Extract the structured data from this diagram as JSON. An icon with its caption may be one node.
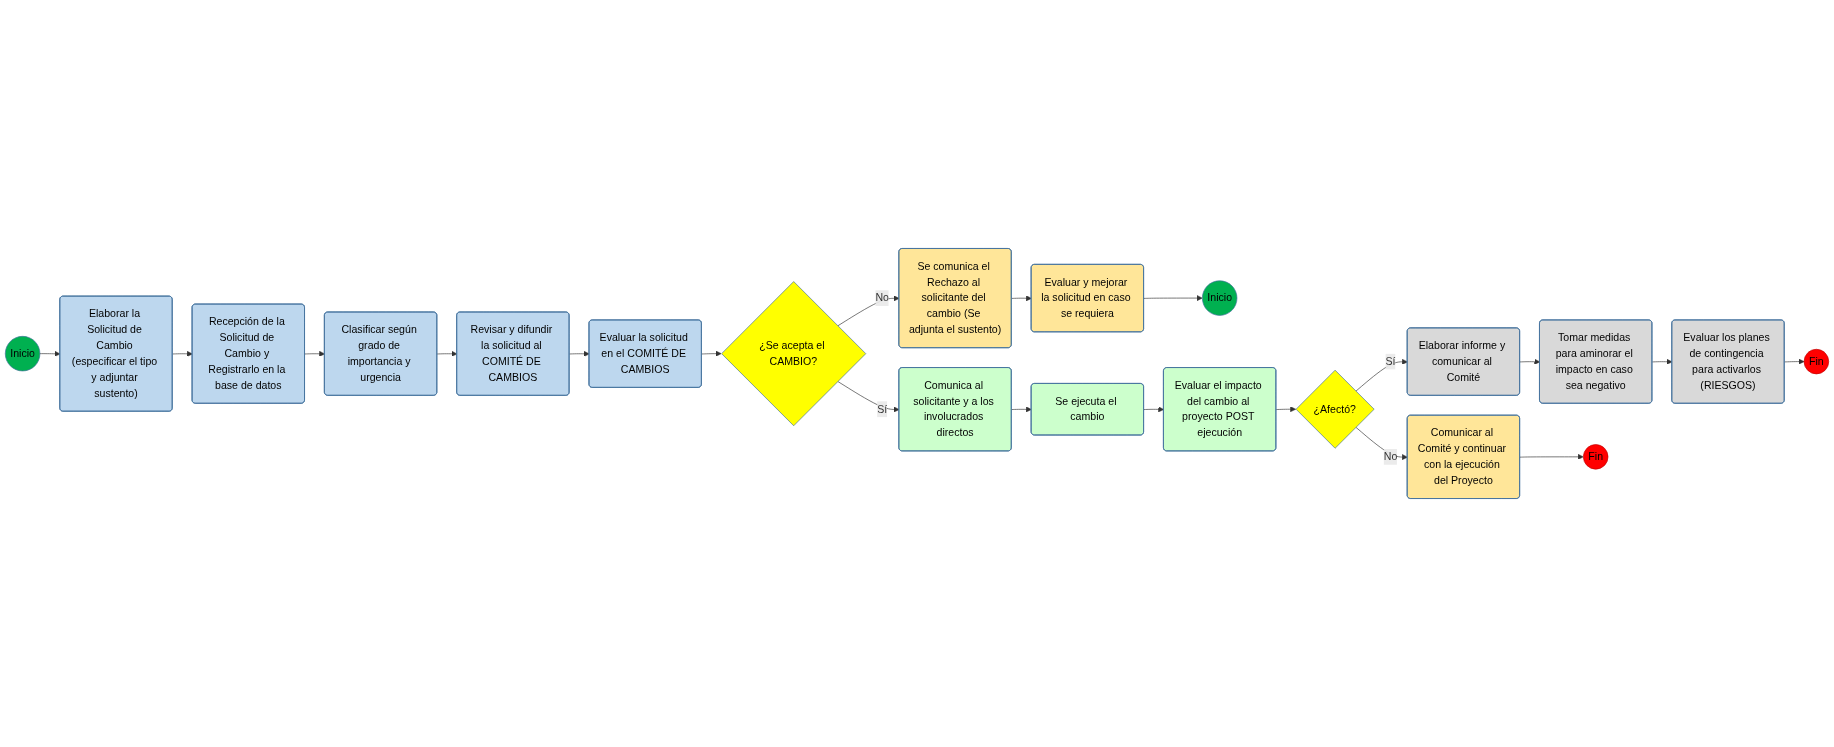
{
  "diagram": {
    "nodes": [
      {
        "text": [
          "Inicio"
        ]
      },
      {
        "text": [
          "Elaborar la Solicitud de Cambio (especificar el tipo y adjuntar sustento)"
        ]
      },
      {
        "text": [
          "Recepción de la Solicitud de Cambio y Registrarlo en la base de datos"
        ]
      },
      {
        "text": [
          "Clasificar según grado de importancia y urgencia"
        ]
      },
      {
        "text": [
          "Revisar y difundir la solicitud al COMITÉ DE CAMBIOS"
        ]
      },
      {
        "text": [
          "Evaluar la solicitud en el COMITÉ DE CAMBIOS"
        ]
      },
      {
        "text": [
          "¿Se acepta el CAMBIO?"
        ]
      },
      {
        "text": [
          "Se comunica el Rechazo al solicitante del cambio (Se adjunta el sustento)"
        ]
      },
      {
        "text": [
          "Evaluar y mejorar la solicitud en caso se requiera"
        ]
      },
      {
        "text": [
          "Inicio"
        ]
      },
      {
        "text": [
          "Comunica al solicitante y a los involucrados directos"
        ]
      },
      {
        "text": [
          "Se ejecuta el cambio"
        ]
      },
      {
        "text": [
          "Evaluar el impacto del cambio al proyecto POST ejecución"
        ]
      },
      {
        "text": [
          "¿Afectó?"
        ]
      },
      {
        "text": [
          "Elaborar informe y comunicar al Comité"
        ]
      },
      {
        "text": [
          "Tomar medidas para aminorar el impacto en caso sea negativo"
        ]
      },
      {
        "text": [
          "Evaluar los planes de contingencia para activarlos (RIESGOS)"
        ]
      },
      {
        "text": [
          "Fin"
        ]
      },
      {
        "text": [
          "Comunicar al Comité y continuar con la ejecución del Proyecto"
        ]
      },
      {
        "text": [
          "Fin"
        ]
      }
    ],
    "edges": [
      {
        "from": 0,
        "to": 1,
        "arrow": "to"
      },
      {
        "from": 1,
        "to": 2,
        "arrow": "to"
      },
      {
        "from": 2,
        "to": 3,
        "arrow": "to"
      },
      {
        "from": 3,
        "to": 4,
        "arrow": "to"
      },
      {
        "from": 4,
        "to": 5,
        "arrow": "to"
      },
      {
        "from": 5,
        "to": 6,
        "arrow": "to"
      },
      {
        "from": 6,
        "to": 7,
        "label": "No",
        "arrow": "to"
      },
      {
        "from": 7,
        "to": 8,
        "arrow": "to"
      },
      {
        "from": 8,
        "to": 9,
        "arrow": "to"
      },
      {
        "from": 6,
        "to": 10,
        "label": "Sí",
        "arrow": "to"
      },
      {
        "from": 10,
        "to": 11,
        "arrow": "to"
      },
      {
        "from": 11,
        "to": 12,
        "arrow": "to"
      },
      {
        "from": 12,
        "to": 13,
        "arrow": "to"
      },
      {
        "from": 13,
        "to": 14,
        "label": "Sí",
        "arrow": "to"
      },
      {
        "from": 14,
        "to": 15,
        "arrow": "to"
      },
      {
        "from": 15,
        "to": 16,
        "arrow": "to"
      },
      {
        "from": 16,
        "to": 17,
        "arrow": "to"
      },
      {
        "from": 13,
        "to": 18,
        "label": "No",
        "arrow": "to"
      },
      {
        "from": 18,
        "to": 19,
        "arrow": "to"
      }
    ]
  }
}
